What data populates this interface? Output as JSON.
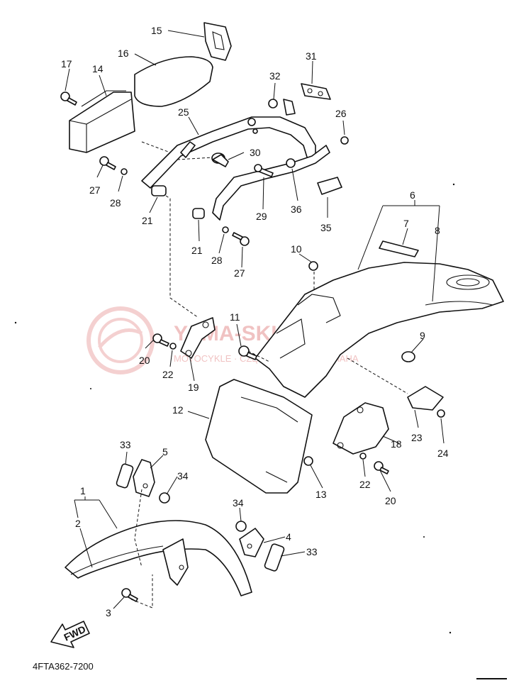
{
  "watermark": {
    "brand": "YAMA-SKLEP.PL",
    "tagline": "MOTOCYKLE · CZĘŚCI · SERWIS YAMAHA",
    "color": "#e07a7a"
  },
  "diagram_code": "4FTA362-7200",
  "fwd_label": "FWD",
  "callouts": {
    "n1": "1",
    "n2": "2",
    "n3": "3",
    "n4": "4",
    "n5": "5",
    "n6": "6",
    "n7": "7",
    "n8": "8",
    "n9": "9",
    "n10": "10",
    "n11": "11",
    "n12": "12",
    "n13": "13",
    "n14": "14",
    "n15": "15",
    "n16": "16",
    "n17": "17",
    "n18": "18",
    "n19": "19",
    "n20a": "20",
    "n20b": "20",
    "n21a": "21",
    "n21b": "21",
    "n22a": "22",
    "n22b": "22",
    "n23": "23",
    "n24": "24",
    "n25": "25",
    "n26": "26",
    "n27a": "27",
    "n27b": "27",
    "n28a": "28",
    "n28b": "28",
    "n29": "29",
    "n30": "30",
    "n31": "31",
    "n32": "32",
    "n33a": "33",
    "n33b": "33",
    "n34a": "34",
    "n34b": "34",
    "n35": "35",
    "n36": "36"
  }
}
